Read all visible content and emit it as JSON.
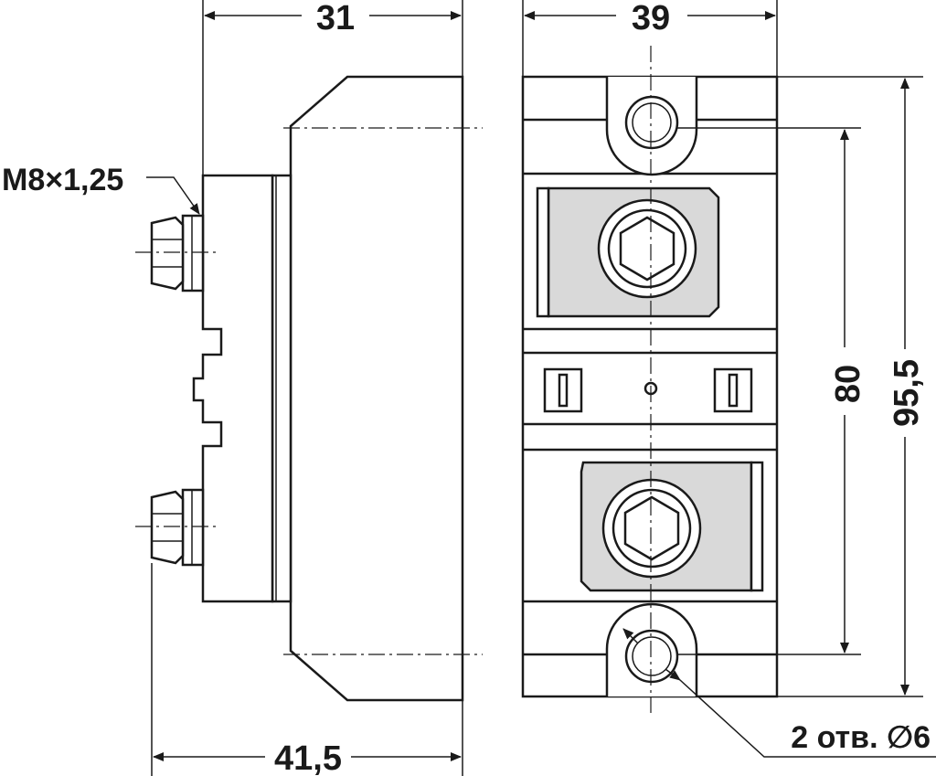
{
  "dimensions": {
    "side_height": "31",
    "total_depth": "41,5",
    "width": "39",
    "hole_spacing": "80",
    "total_length": "95,5"
  },
  "callouts": {
    "thread": "M8×1,25",
    "mounting_holes": "2 отв. ∅6"
  },
  "colors": {
    "line": "#1a1a1a",
    "pad_fill": "#d9d9d9",
    "background": "#ffffff"
  }
}
